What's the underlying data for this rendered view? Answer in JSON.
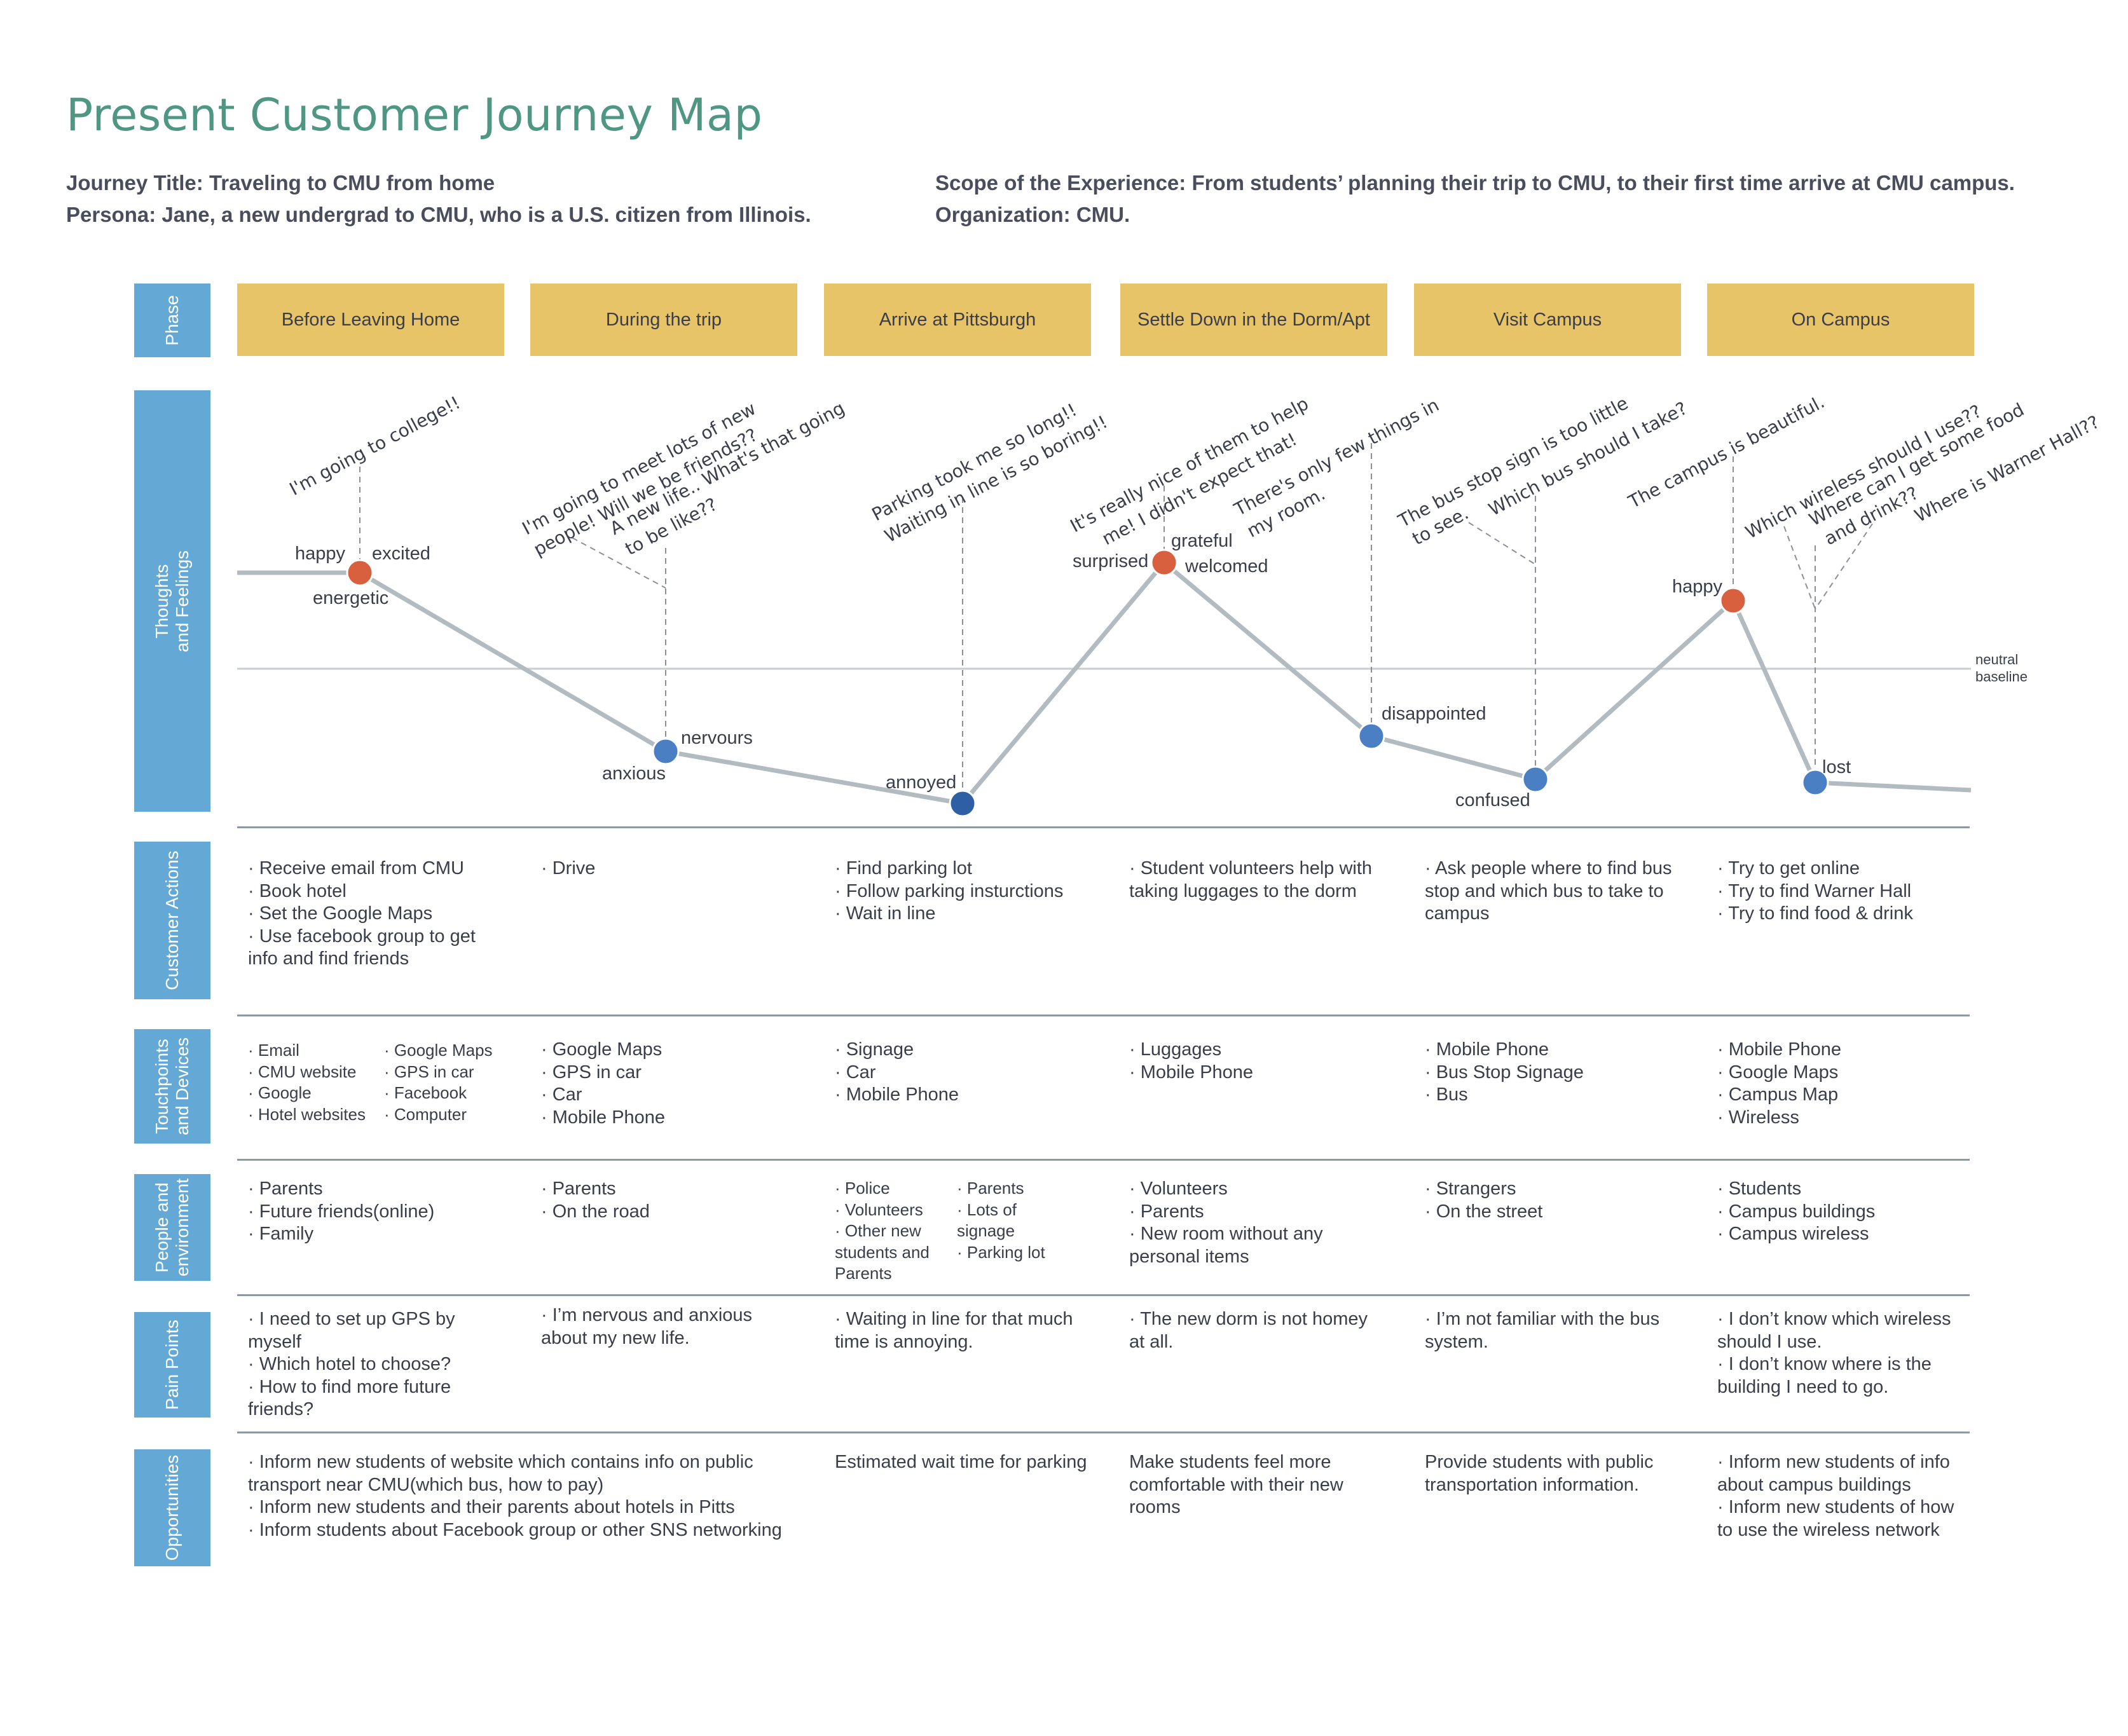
{
  "title": "Present Customer Journey Map",
  "meta": {
    "journey_title": "Journey Title: Traveling to CMU from home",
    "persona": "Persona: Jane, a new undergrad to CMU, who is a U.S. citizen from Illinois.",
    "scope": "Scope of the Experience: From students’ planning their trip to CMU, to their first time arrive at CMU campus.",
    "organization": "Organization: CMU."
  },
  "row_labels": {
    "phase": "Phase",
    "thoughts": "Thoughts\nand Feelings",
    "actions": "Customer Actions",
    "touchpoints": "Touchpoints\nand Devices",
    "people": "People and\nenvironment",
    "pain": "Pain Points",
    "opportunities": "Opportunities"
  },
  "phases": [
    "Before Leaving Home",
    "During the trip",
    "Arrive at Pittsburgh",
    "Settle Down in the Dorm/Apt",
    "Visit Campus",
    "On Campus"
  ],
  "baseline_label": [
    "neutral",
    "baseline"
  ],
  "colors": {
    "positive_point": "#d9603e",
    "negative_point": "#4a7fc4",
    "low_point": "#2e5ea3",
    "line": "#b2bbc0",
    "phase_fill": "#e8c468",
    "label_fill": "#64a9d6",
    "title": "#4f9683"
  },
  "emotion_points": [
    {
      "phase": "Before Leaving Home",
      "sentiment": "positive",
      "labels": [
        "happy",
        "excited",
        "energetic"
      ]
    },
    {
      "phase": "During the trip",
      "sentiment": "negative",
      "labels": [
        "nervours",
        "anxious"
      ]
    },
    {
      "phase": "Arrive at Pittsburgh",
      "sentiment": "negative",
      "labels": [
        "annoyed"
      ]
    },
    {
      "phase": "Settle Down in the Dorm/Apt",
      "sentiment": "positive",
      "labels": [
        "surprised",
        "grateful",
        "welcomed"
      ]
    },
    {
      "phase": "Settle Down in the Dorm/Apt",
      "sentiment": "negative",
      "labels": [
        "disappointed"
      ]
    },
    {
      "phase": "Visit Campus",
      "sentiment": "negative",
      "labels": [
        "confused"
      ]
    },
    {
      "phase": "On Campus",
      "sentiment": "positive",
      "labels": [
        "happy"
      ]
    },
    {
      "phase": "On Campus",
      "sentiment": "negative",
      "labels": [
        "lost"
      ]
    }
  ],
  "thoughts": [
    [
      "I'm going to college!!"
    ],
    [
      "I'm going to meet lots of new",
      "people! Will we be friends??",
      "A new life.. What's that going",
      "to be like??"
    ],
    [
      "Parking took me so long!!",
      "Waiting in line is so boring!!"
    ],
    [
      "It's really nice of them to help",
      "me! I didn't expect that!",
      "There's only few things in",
      "my room."
    ],
    [
      "The bus stop sign is too little",
      "to see.",
      "Which bus should I take?"
    ],
    [
      "The campus is beautiful.",
      "Which wireless should I use??",
      "Where can I get some food",
      "and drink??",
      "Where is Warner Hall??"
    ]
  ],
  "customer_actions": [
    [
      "· Receive email from CMU",
      "· Book hotel",
      "· Set the Google Maps",
      "· Use facebook group to get",
      "info and find friends"
    ],
    [
      "· Drive"
    ],
    [
      "· Find parking lot",
      "· Follow parking insturctions",
      "· Wait in line"
    ],
    [
      "· Student volunteers help with",
      "taking luggages to the dorm"
    ],
    [
      "· Ask people where to find bus",
      "stop and which bus to take to",
      "campus"
    ],
    [
      "· Try to get online",
      "· Try to find Warner Hall",
      "· Try to find food & drink"
    ]
  ],
  "touchpoints": {
    "col1a": [
      "· Email",
      "· CMU website",
      "· Google",
      "· Hotel websites"
    ],
    "col1b": [
      "· Google Maps",
      "· GPS in car",
      "· Facebook",
      "· Computer"
    ],
    "others": [
      [
        "· Google Maps",
        "· GPS in car",
        "· Car",
        "· Mobile Phone"
      ],
      [
        "· Signage",
        "· Car",
        "· Mobile Phone"
      ],
      [
        "· Luggages",
        "· Mobile Phone"
      ],
      [
        "· Mobile Phone",
        "· Bus Stop Signage",
        "· Bus"
      ],
      [
        "· Mobile Phone",
        "· Google Maps",
        "· Campus Map",
        "· Wireless"
      ]
    ]
  },
  "people": {
    "col1": [
      "· Parents",
      "· Future friends(online)",
      "· Family"
    ],
    "col2": [
      "· Parents",
      "· On the road"
    ],
    "col3a": [
      "· Police",
      "· Volunteers",
      "· Other new",
      "students and",
      "Parents"
    ],
    "col3b": [
      "· Parents",
      "· Lots of",
      "signage",
      "· Parking lot"
    ],
    "col4": [
      "· Volunteers",
      "· Parents",
      "· New room without any",
      "personal items"
    ],
    "col5": [
      "· Strangers",
      "· On the street"
    ],
    "col6": [
      "· Students",
      "· Campus buildings",
      "· Campus wireless"
    ]
  },
  "pain_points": [
    [
      "· I need to set up GPS by",
      "myself",
      "· Which hotel to choose?",
      "· How to find more future",
      "friends?"
    ],
    [
      "· I’m nervous and anxious",
      "about my new life."
    ],
    [
      "· Waiting in line for that much",
      "time is annoying."
    ],
    [
      "· The new dorm is not homey",
      "at all."
    ],
    [
      "· I’m not familiar with the bus",
      "system."
    ],
    [
      "· I don’t know which wireless",
      "should I use.",
      "· I don’t know where is the",
      "building I need to go."
    ]
  ],
  "opportunities": [
    [
      "· Inform new students of website which contains info on public",
      "transport near CMU(which bus, how to pay)",
      "· Inform new students and their parents about hotels in Pitts",
      "· Inform students about Facebook group or other SNS networking"
    ],
    [
      "Estimated wait time for parking"
    ],
    [
      "Make students feel more",
      "comfortable with their new",
      "rooms"
    ],
    [
      "Provide students with public",
      "transportation information."
    ],
    [
      "· Inform new students of info",
      "about campus buildings",
      "· Inform new students of how",
      "to use the wireless network"
    ]
  ]
}
